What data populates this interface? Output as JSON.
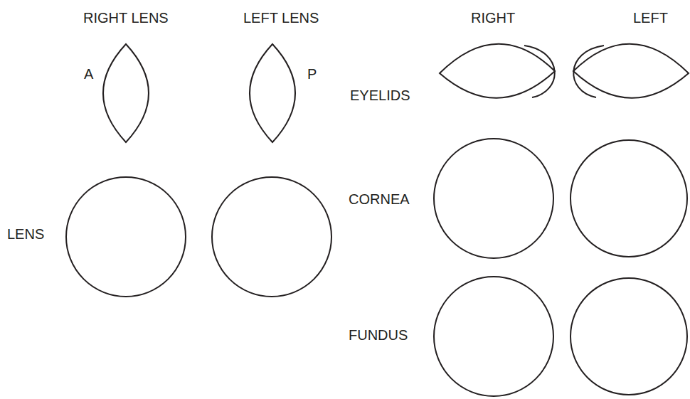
{
  "diagram": {
    "labels": [
      "RIGHT LENS",
      "LEFT LENS",
      "A",
      "P",
      "LENS",
      "RIGHT",
      "LEFT",
      "EYELIDS",
      "CORNEA",
      "FUNDUS"
    ]
  }
}
